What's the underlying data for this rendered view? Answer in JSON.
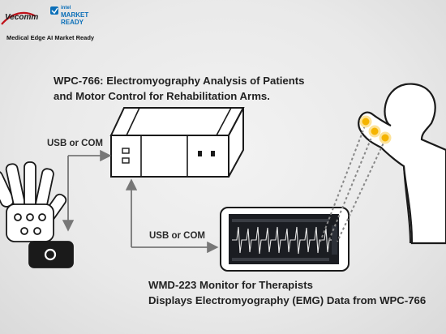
{
  "brand": {
    "logo_name": "Vecomm",
    "badge_line1": "intel",
    "badge_line2": "MARKET",
    "badge_line3": "READY",
    "tagline": "Medical Edge AI Market Ready"
  },
  "title": {
    "line1": "WPC-766: Electromyography Analysis of Patients",
    "line2": "and Motor Control for Rehabilitation Arms."
  },
  "connections": {
    "upper_label": "USB or COM",
    "lower_label": "USB or COM"
  },
  "caption": {
    "line1": "WMD-223 Monitor for Therapists",
    "line2": "Displays Electromyography (EMG) Data from WPC-766"
  },
  "colors": {
    "text": "#222222",
    "sensor": "#f5b400",
    "line": "#777777"
  },
  "icons": [
    "robotic-hand-icon",
    "computer-box-icon",
    "tablet-monitor-icon",
    "patient-figure-icon",
    "emg-sensor-icon",
    "arrow-icon"
  ]
}
